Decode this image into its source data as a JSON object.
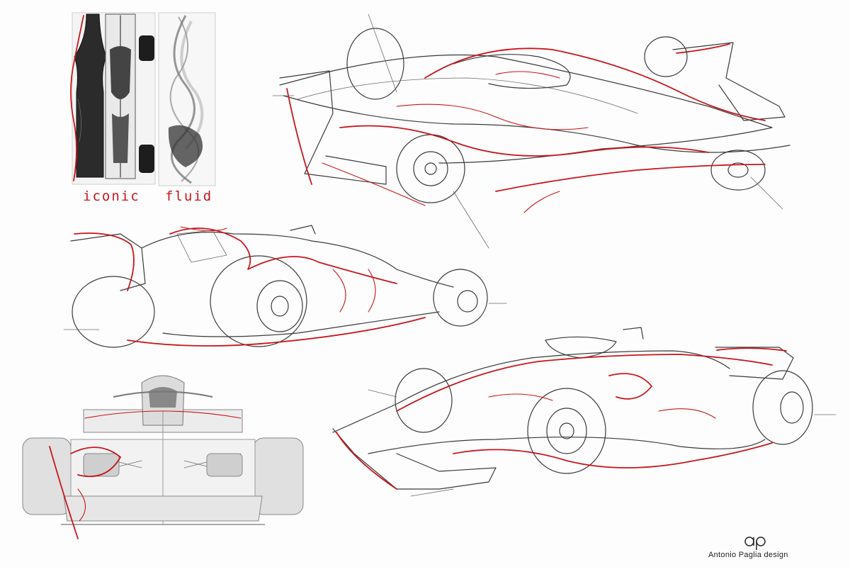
{
  "captions": {
    "iconic": "iconic",
    "fluid": "fluid"
  },
  "credit": {
    "text": "Antonio Paglia design"
  },
  "colors": {
    "accent_red": "#c8161d",
    "ink": "#3a3a3a",
    "paper": "#fdfdfd"
  },
  "panels": [
    {
      "name": "bottle-car-comparison"
    },
    {
      "name": "smoke-flow-reference"
    },
    {
      "name": "car-top-three-quarter-sketch"
    },
    {
      "name": "car-side-rear-sketch"
    },
    {
      "name": "car-front-render"
    },
    {
      "name": "car-front-three-quarter-sketch"
    }
  ]
}
